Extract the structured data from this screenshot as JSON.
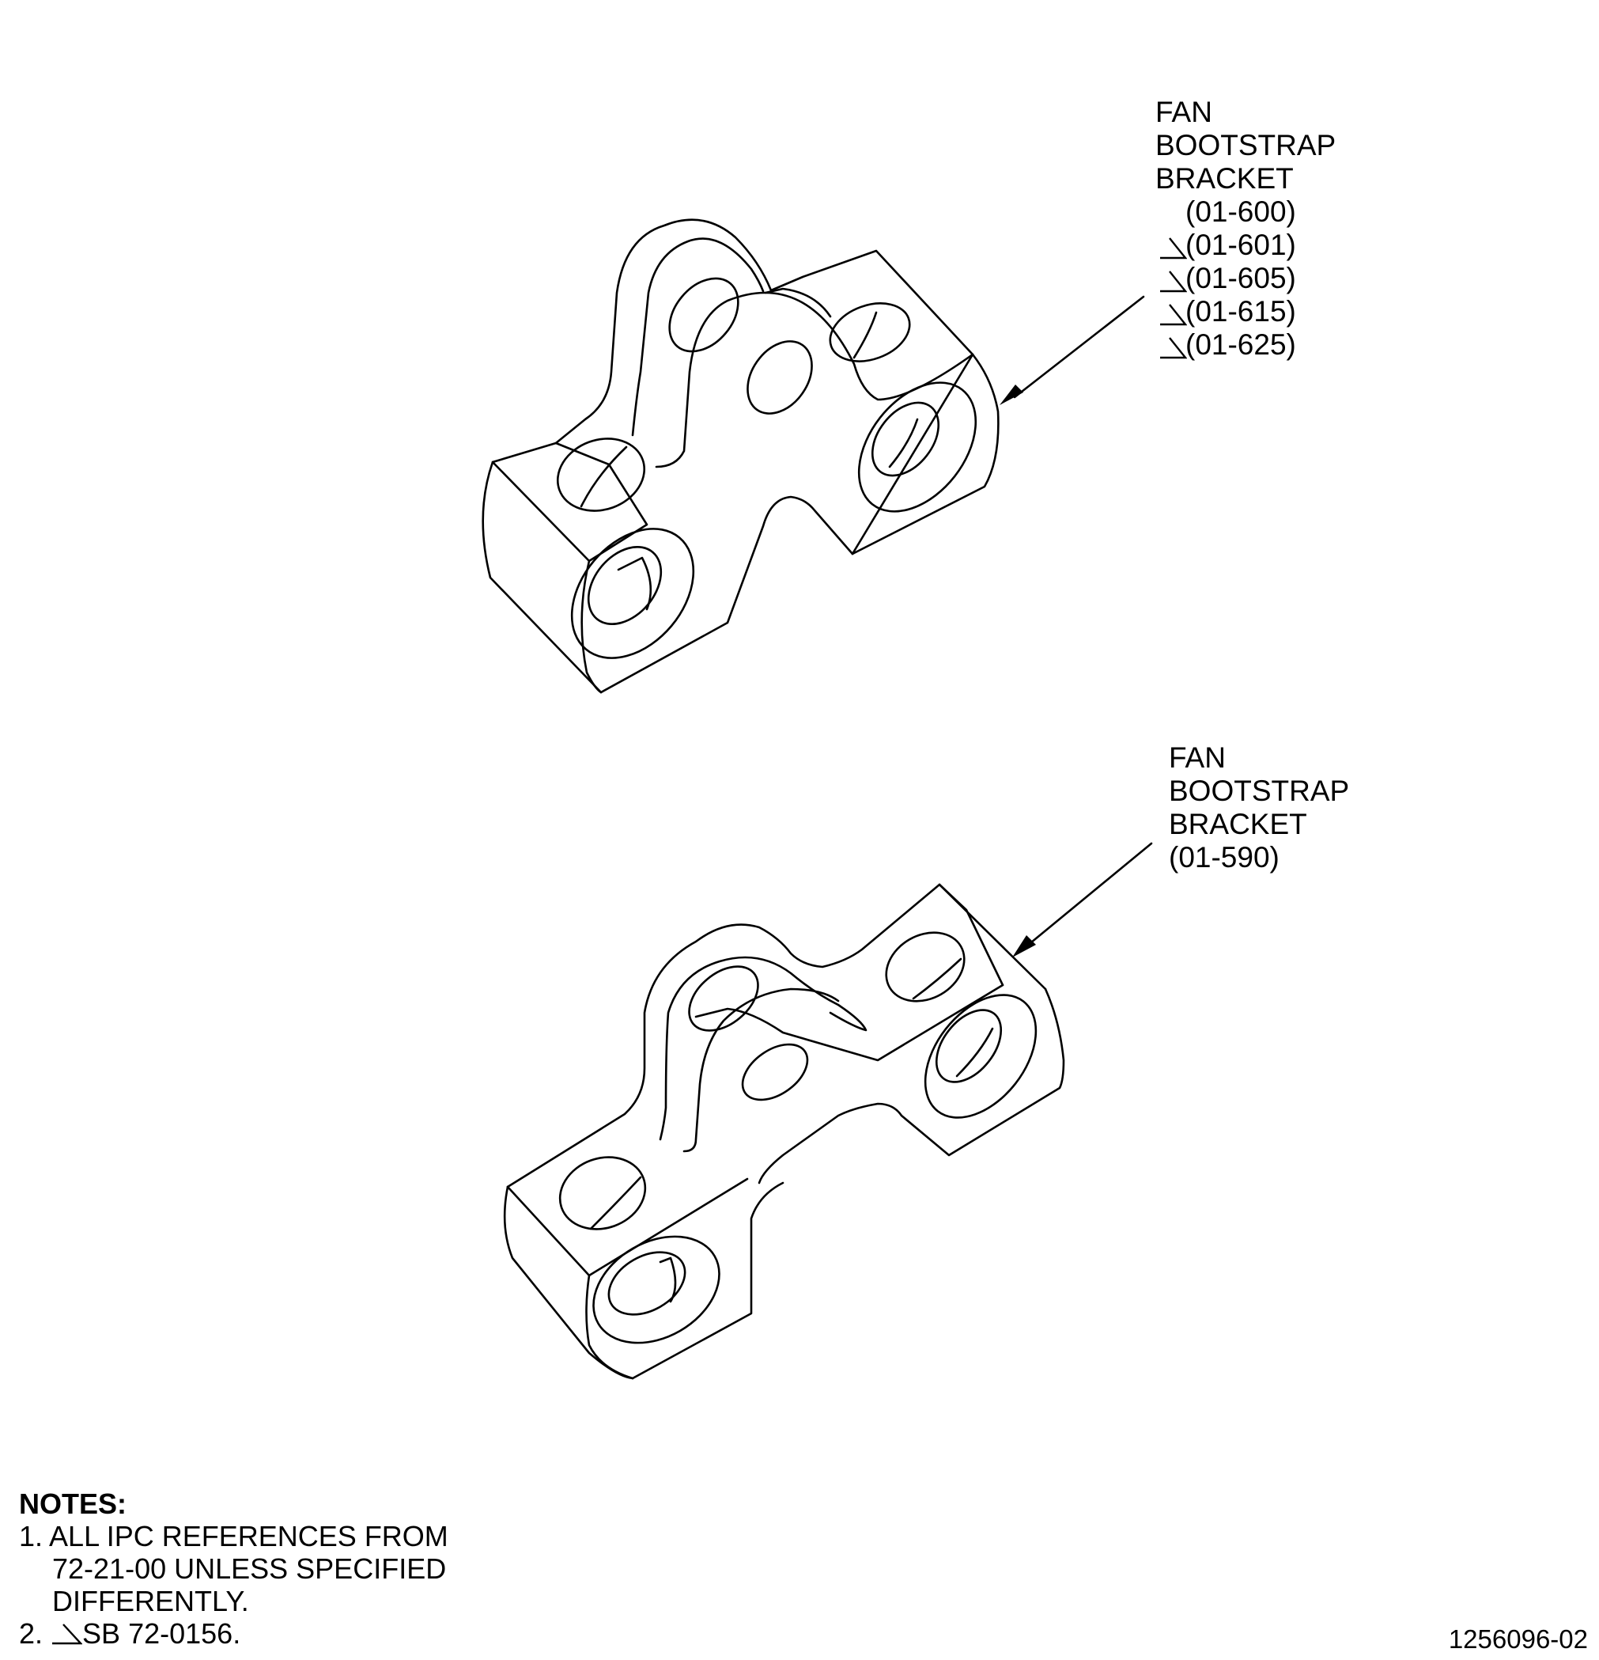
{
  "callouts": [
    {
      "lines": [
        "FAN",
        "BOOTSTRAP",
        "BRACKET"
      ],
      "refs": [
        {
          "text": "(01-600)",
          "flag": false
        },
        {
          "text": "(01-601)",
          "flag": true
        },
        {
          "text": "(01-605)",
          "flag": true
        },
        {
          "text": "(01-615)",
          "flag": true
        },
        {
          "text": "(01-625)",
          "flag": true
        }
      ]
    },
    {
      "lines": [
        "FAN",
        "BOOTSTRAP",
        "BRACKET",
        "(01-590)"
      ]
    }
  ],
  "notes": {
    "title": "NOTES:",
    "item1_line1": "1. ALL IPC REFERENCES FROM",
    "item1_line2": "72-21-00 UNLESS SPECIFIED",
    "item1_line3": "DIFFERENTLY.",
    "item2_prefix": "2.",
    "item2_text": "SB 72-0156."
  },
  "drawing_number": "1256096-02",
  "colors": {
    "line": "#000000",
    "background": "#ffffff"
  }
}
